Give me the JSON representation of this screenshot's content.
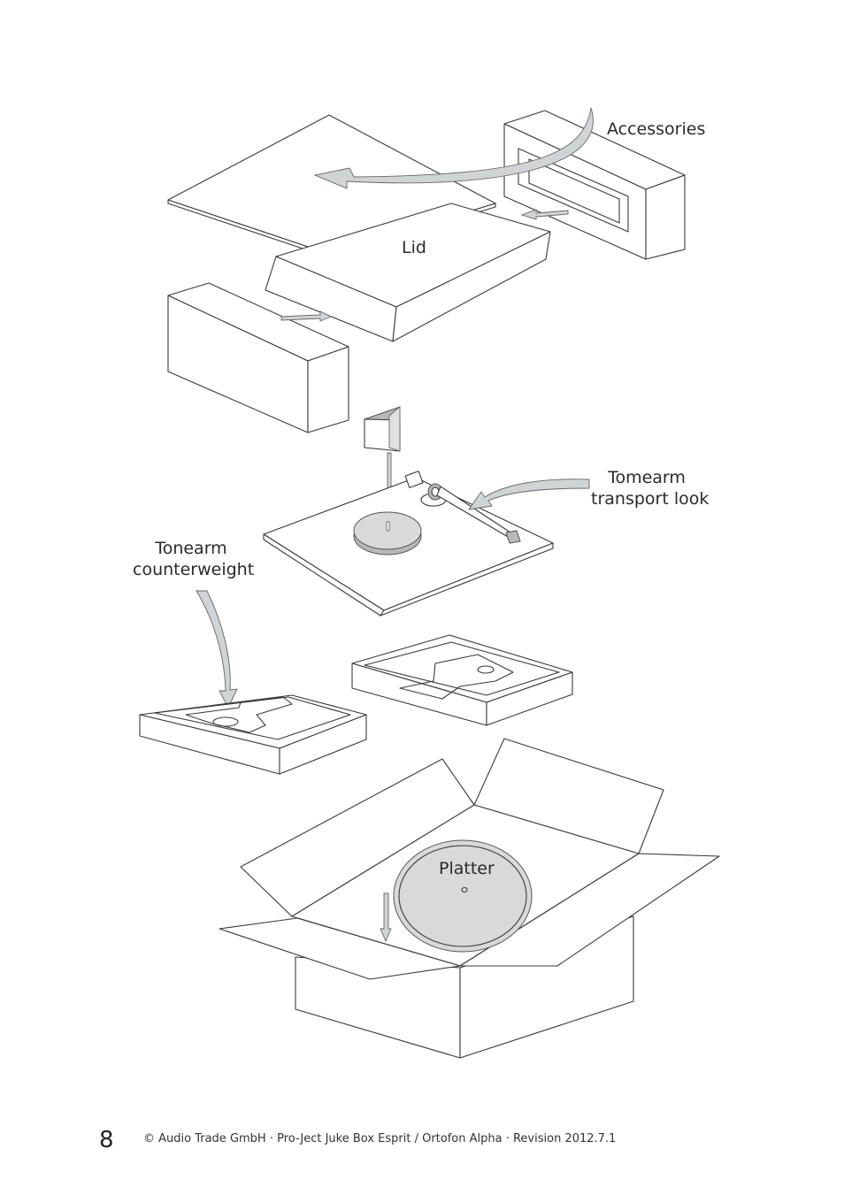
{
  "labels": {
    "accessories": "Accessories",
    "lid": "Lid",
    "tonearm_transport_line1": "Tomearm",
    "tonearm_transport_line2": "transport look",
    "counterweight_line1": "Tonearm",
    "counterweight_line2": "counterweight",
    "platter": "Platter"
  },
  "footer": {
    "page_number": "8",
    "text": "© Audio Trade GmbH · Pro-Ject Juke Box Esprit / Ortofon Alpha · Revision  2012.7.1"
  },
  "colors": {
    "line": "#3a3a3a",
    "arrow_fill": "#cfd4d6",
    "platter_fill": "#d9d9d9"
  }
}
